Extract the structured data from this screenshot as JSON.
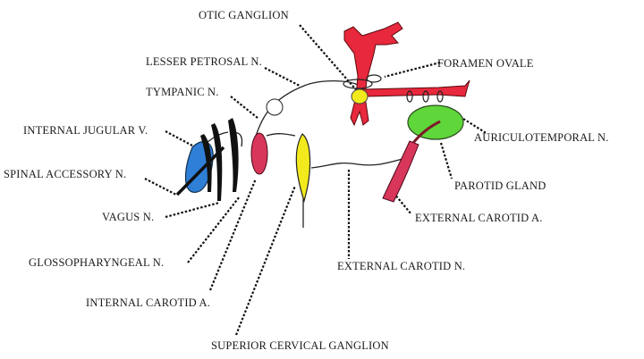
{
  "diagram": {
    "title": "Otic ganglion and related structures",
    "labels": {
      "otic_ganglion": "OTIC GANGLION",
      "lesser_petrosal": "LESSER PETROSAL N.",
      "foramen_ovale": "FORAMEN OVALE",
      "tympanic": "TYMPANIC N.",
      "internal_jugular": "INTERNAL JUGULAR V.",
      "auriculotemporal": "AURICULOTEMPORAL N.",
      "spinal_accessory": "SPINAL ACCESSORY N.",
      "parotid": "PAROTID GLAND",
      "vagus": "VAGUS N.",
      "external_carotid_a": "EXTERNAL CAROTID A.",
      "glossopharyngeal": "GLOSSOPHARYNGEAL N.",
      "external_carotid_n": "EXTERNAL CAROTID N.",
      "internal_carotid": "INTERNAL CAROTID A.",
      "superior_cervical": "SUPERIOR CERVICAL GANGLION"
    },
    "colors": {
      "artery_red": "#e8283c",
      "vein_blue": "#2f7fd6",
      "ganglion_yellow": "#f2ea1c",
      "gland_green": "#5fd63a",
      "nerve_black": "#111111",
      "carotid_pink": "#d8365a"
    }
  }
}
